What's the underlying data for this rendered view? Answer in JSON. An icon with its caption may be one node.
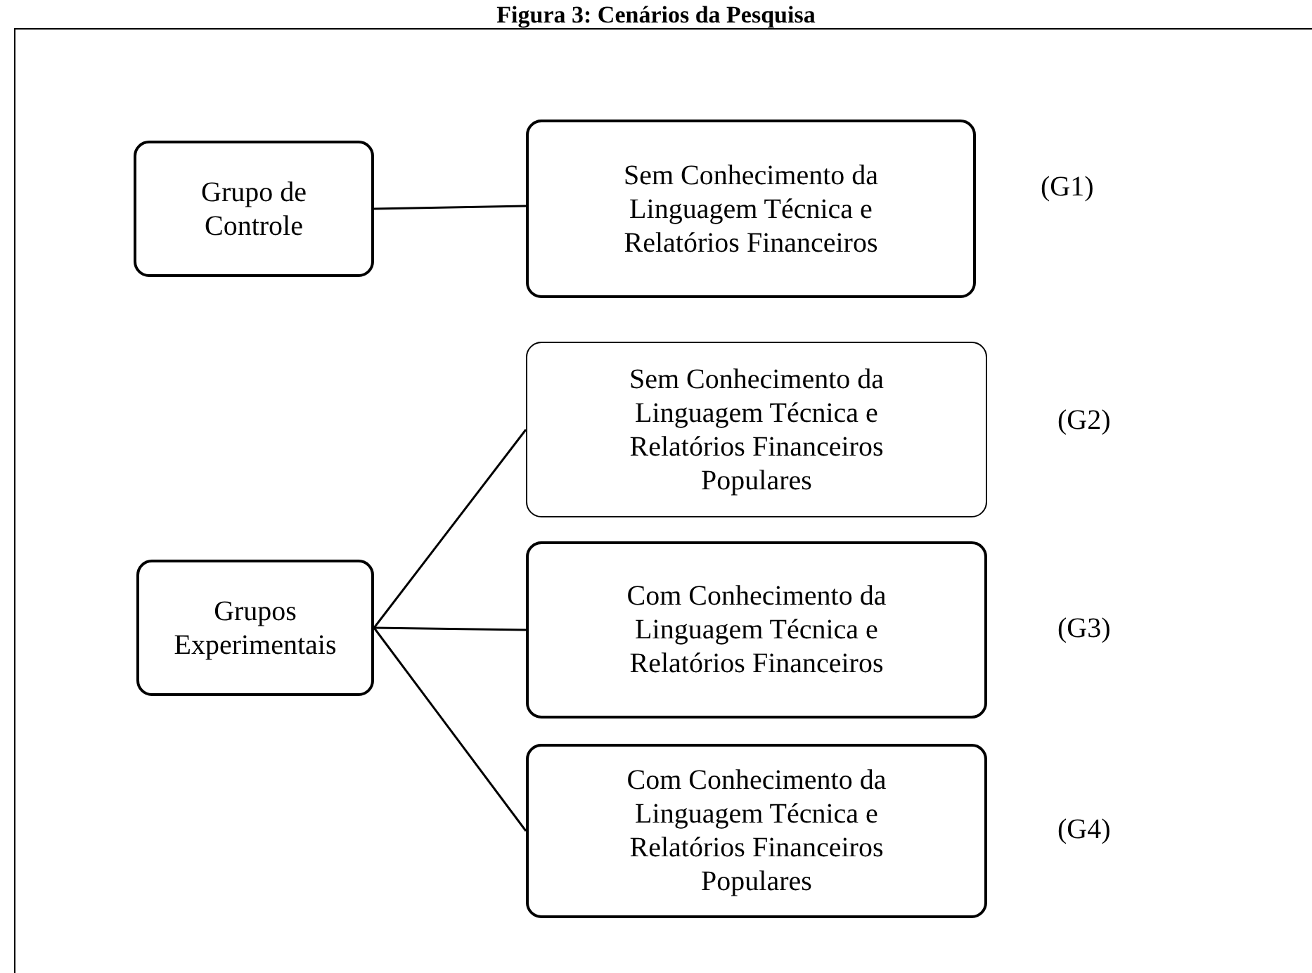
{
  "diagram": {
    "title": "Figura 3: Cenários da Pesquisa",
    "nodes": [
      {
        "text": [
          "Grupo de Controle"
        ]
      },
      {
        "text": [
          "Sem Conhecimento da Linguagem Técnica e Relatórios Financeiros"
        ],
        "beside": [
          "(G1)"
        ]
      },
      {
        "text": [
          "Grupos Experimentais"
        ]
      },
      {
        "text": [
          "Sem Conhecimento da Linguagem Técnica e Relatórios Financeiros Populares"
        ],
        "beside": [
          "(G2)"
        ]
      },
      {
        "text": [
          "Com Conhecimento da Linguagem Técnica e Relatórios Financeiros"
        ],
        "beside": [
          "(G3)"
        ]
      },
      {
        "text": [
          "Com Conhecimento da Linguagem Técnica e Relatórios Financeiros Populares"
        ],
        "beside": [
          "(G4)"
        ]
      }
    ],
    "edges": [
      {
        "from": 0,
        "to": 1,
        "arrow": "none"
      },
      {
        "from": 2,
        "to": 3,
        "arrow": "none"
      },
      {
        "from": 2,
        "to": 4,
        "arrow": "none"
      },
      {
        "from": 2,
        "to": 5,
        "arrow": "none"
      }
    ]
  }
}
